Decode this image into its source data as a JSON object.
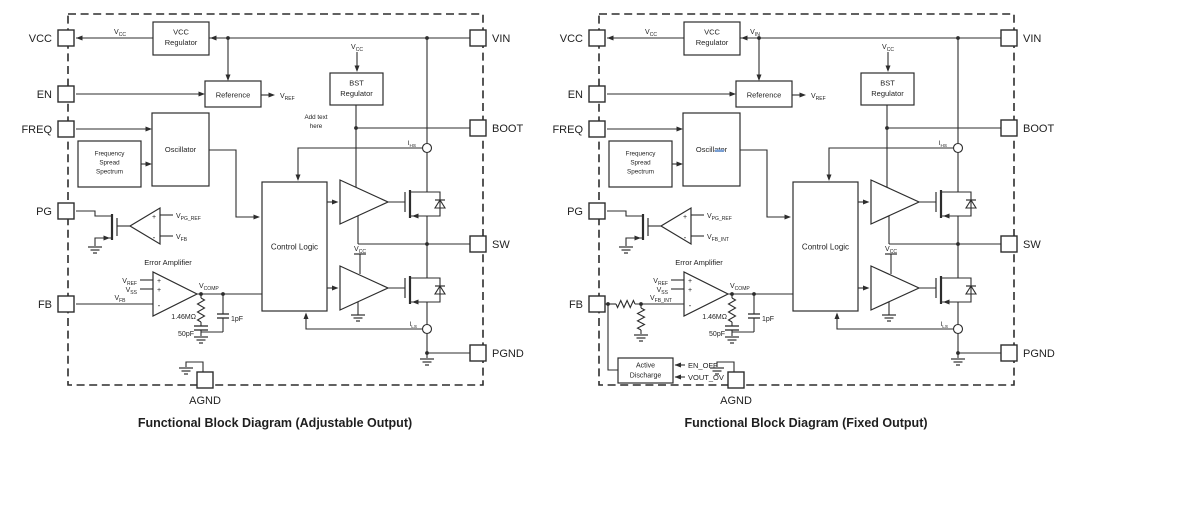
{
  "colors": {
    "line": "#2d2d2d",
    "text": "#1f1f1f",
    "background": "#ffffff",
    "selection_artifact": "#79a1d8"
  },
  "polarity": {
    "plus": "+",
    "minus": "-"
  },
  "diagrams": [
    {
      "id": "adjustable",
      "caption": "Functional Block Diagram (Adjustable Output)",
      "pins": {
        "left": [
          "VCC",
          "EN",
          "FREQ",
          "PG",
          "FB"
        ],
        "right": [
          "VIN",
          "BOOT",
          "SW",
          "PGND"
        ],
        "bottom": "AGND"
      },
      "blocks": {
        "vcc_regulator": [
          "VCC",
          "Regulator"
        ],
        "reference": [
          "Reference"
        ],
        "oscillator": [
          "Oscillator"
        ],
        "frequency_spread_spectrum": [
          "Frequency",
          "Spread",
          "Spectrum"
        ],
        "bst_regulator": [
          "BST",
          "Regulator"
        ],
        "control_logic": [
          "Control Logic"
        ]
      },
      "nets": {
        "vcc_to_pin": {
          "base": "V",
          "sub": "CC"
        },
        "vref_out": {
          "base": "V",
          "sub": "REF"
        },
        "bst_supply": {
          "base": "V",
          "sub": "CC"
        },
        "ihs": {
          "base": "I",
          "sub": "HS"
        },
        "ils": {
          "base": "I",
          "sub": "LS"
        },
        "ls_driver_supply": {
          "base": "V",
          "sub": "CC"
        },
        "pg_ref": {
          "base": "V",
          "sub": "PG_REF"
        },
        "pg_fb": {
          "base": "V",
          "sub": "FB"
        },
        "ea_title": "Error Amplifier",
        "ea_in1": {
          "base": "V",
          "sub": "REF"
        },
        "ea_in2": {
          "base": "V",
          "sub": "SS"
        },
        "ea_fb": {
          "base": "V",
          "sub": "FB"
        },
        "vcomp": {
          "base": "V",
          "sub": "COMP"
        },
        "r_comp": "1.46MΩ",
        "c_comp": "1pF",
        "c_hf": "50pF"
      },
      "annotation": [
        "Add text",
        "here"
      ]
    },
    {
      "id": "fixed",
      "caption": "Functional Block Diagram (Fixed Output)",
      "pins": {
        "left": [
          "VCC",
          "EN",
          "FREQ",
          "PG",
          "FB"
        ],
        "right": [
          "VIN",
          "BOOT",
          "SW",
          "PGND"
        ],
        "bottom": "AGND"
      },
      "blocks": {
        "vcc_regulator": [
          "VCC",
          "Regulator"
        ],
        "reference": [
          "Reference"
        ],
        "oscillator": [
          "Oscillator"
        ],
        "frequency_spread_spectrum": [
          "Frequency",
          "Spread",
          "Spectrum"
        ],
        "bst_regulator": [
          "BST",
          "Regulator"
        ],
        "control_logic": [
          "Control Logic"
        ],
        "active_discharge": [
          "Active",
          "Discharge"
        ]
      },
      "nets": {
        "vcc_to_pin": {
          "base": "V",
          "sub": "CC"
        },
        "vin_label": {
          "base": "V",
          "sub": "IN"
        },
        "vref_out": {
          "base": "V",
          "sub": "REF"
        },
        "bst_supply": {
          "base": "V",
          "sub": "CC"
        },
        "ihs": {
          "base": "I",
          "sub": "HS"
        },
        "ils": {
          "base": "I",
          "sub": "LS"
        },
        "ls_driver_supply": {
          "base": "V",
          "sub": "CC"
        },
        "pg_ref": {
          "base": "V",
          "sub": "PG_REF"
        },
        "pg_fb": {
          "base": "V",
          "sub": "FB_INT"
        },
        "ea_title": "Error Amplifier",
        "ea_in1": {
          "base": "V",
          "sub": "REF"
        },
        "ea_in2": {
          "base": "V",
          "sub": "SS"
        },
        "ea_fb": {
          "base": "V",
          "sub": "FB_INT"
        },
        "vcomp": {
          "base": "V",
          "sub": "COMP"
        },
        "r_comp": "1.46MΩ",
        "c_comp": "1pF",
        "c_hf": "50pF"
      },
      "signals": {
        "en_off": "EN_OFF",
        "vout_ov": "VOUT_OV"
      }
    }
  ]
}
